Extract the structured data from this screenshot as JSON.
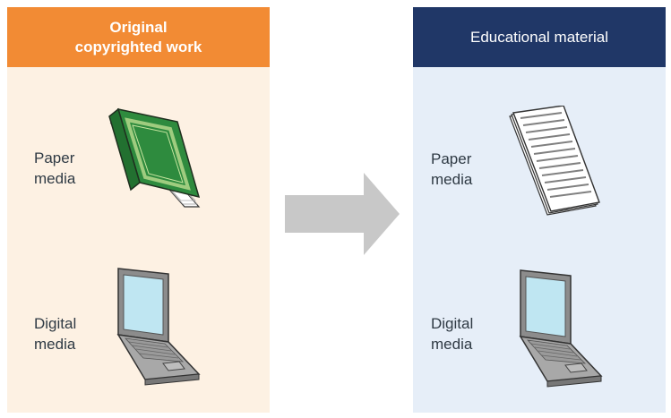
{
  "left_panel": {
    "title": "Original\ncopyrighted work",
    "header_color": "#f28b34",
    "background_color": "#fdf1e3",
    "rows": [
      {
        "label": "Paper\nmedia",
        "icon": "book-icon"
      },
      {
        "label": "Digital\nmedia",
        "icon": "laptop-icon"
      }
    ]
  },
  "right_panel": {
    "title": "Educational material",
    "header_color": "#203767",
    "background_color": "#e6eef8",
    "rows": [
      {
        "label": "Paper\nmedia",
        "icon": "printed-document-icon"
      },
      {
        "label": "Digital\nmedia",
        "icon": "laptop-icon"
      }
    ]
  },
  "arrow": {
    "icon": "right-arrow-icon",
    "color": "#c8c8c8"
  }
}
